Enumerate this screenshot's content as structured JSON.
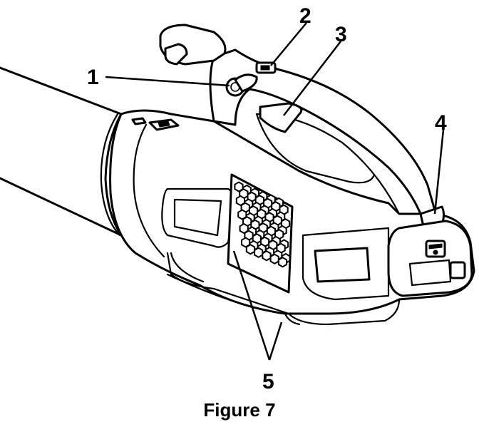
{
  "figure": {
    "caption": "Figure 7",
    "callouts": [
      {
        "label": "1"
      },
      {
        "label": "2"
      },
      {
        "label": "3"
      },
      {
        "label": "4"
      },
      {
        "label": "5"
      }
    ]
  }
}
